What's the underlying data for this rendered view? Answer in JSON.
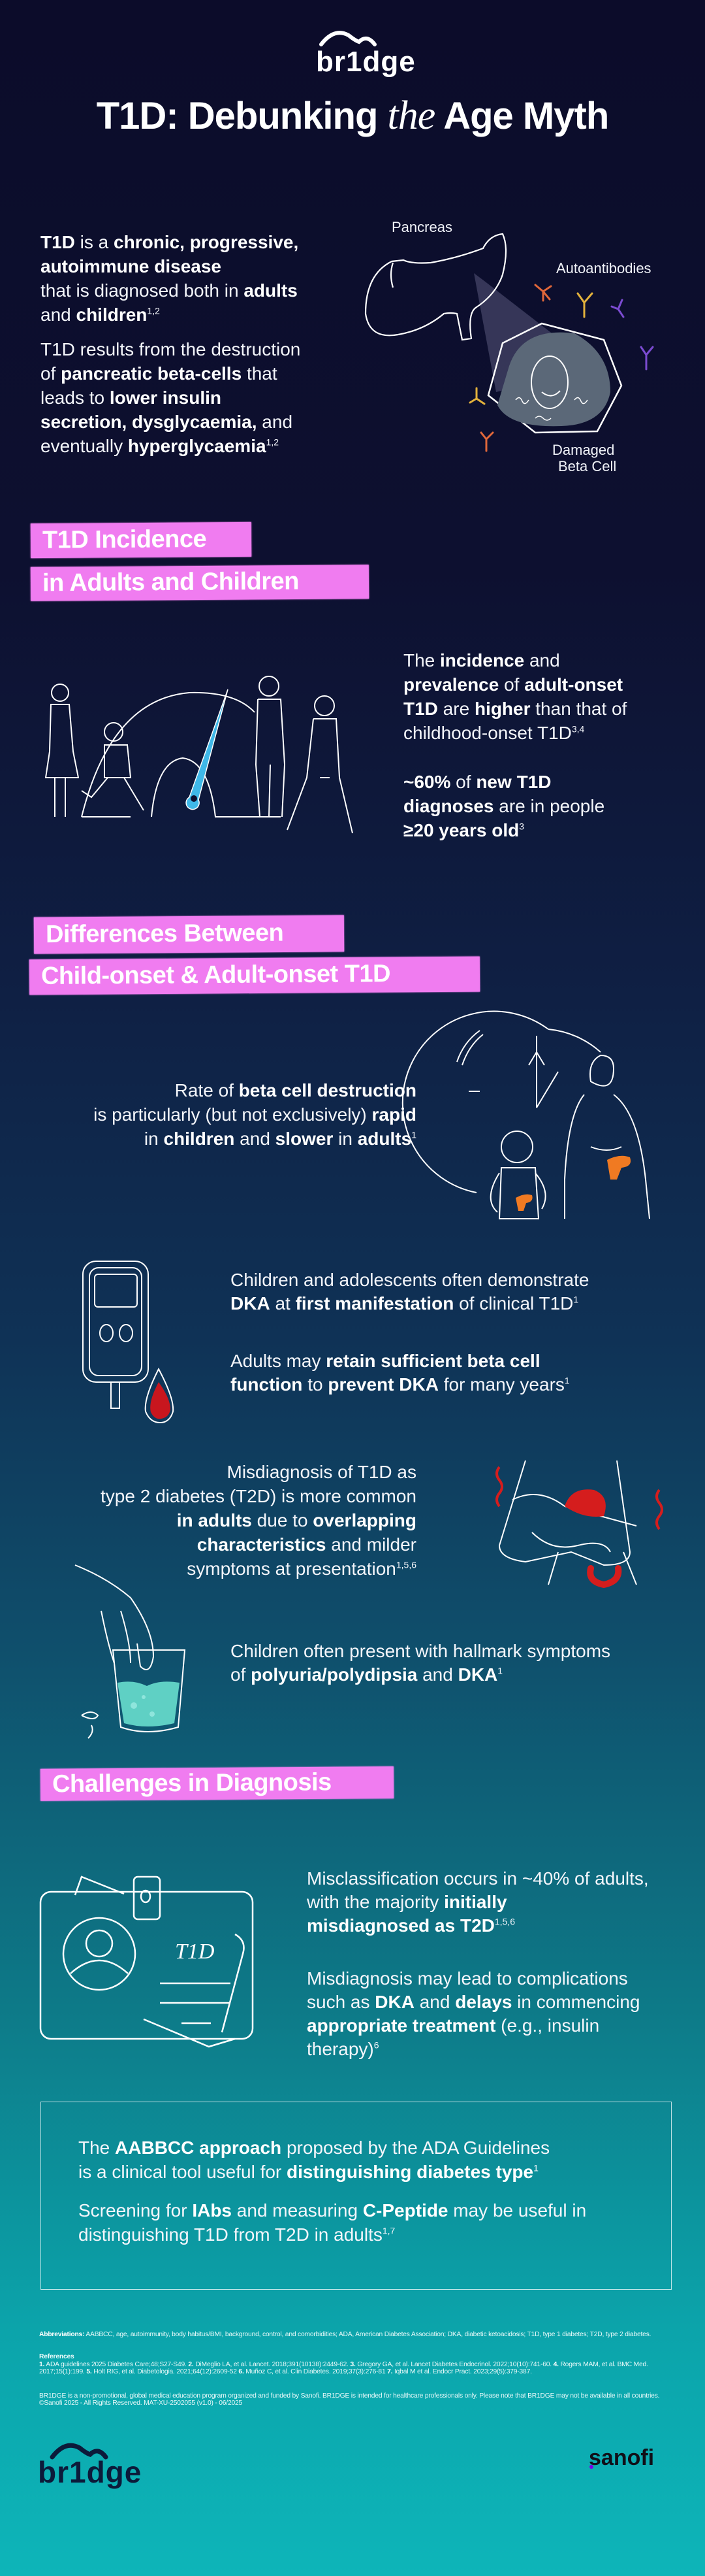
{
  "header": {
    "logo_text": "br1dge"
  },
  "title": {
    "part1": "T1D: Debunking ",
    "italic": "the",
    "part2": " Age Myth"
  },
  "intro": {
    "p1": [
      [
        {
          "t": "T1D",
          "b": true
        },
        {
          "t": " is a "
        },
        {
          "t": "chronic, progressive,",
          "b": true
        }
      ],
      [
        {
          "t": "autoimmune disease",
          "b": true
        }
      ],
      [
        {
          "t": "that is diagnosed both in "
        },
        {
          "t": "adults",
          "b": true
        }
      ],
      [
        {
          "t": "and "
        },
        {
          "t": "children",
          "b": true
        },
        {
          "t": "1,2",
          "sup": true
        }
      ]
    ],
    "p2": [
      [
        {
          "t": "T1D results from the destruction"
        }
      ],
      [
        {
          "t": "of "
        },
        {
          "t": "pancreatic beta-cells",
          "b": true
        },
        {
          "t": " that"
        }
      ],
      [
        {
          "t": "leads to "
        },
        {
          "t": "lower insulin",
          "b": true
        }
      ],
      [
        {
          "t": "secretion, dysglycaemia,",
          "b": true
        },
        {
          "t": " and"
        }
      ],
      [
        {
          "t": "eventually "
        },
        {
          "t": "hyperglycaemia",
          "b": true
        },
        {
          "t": "1,2",
          "sup": true
        }
      ]
    ],
    "labels": {
      "pancreas": "Pancreas",
      "autoantibodies": "Autoantibodies",
      "damaged_1": "Damaged",
      "damaged_2": "Beta Cell"
    }
  },
  "incidence": {
    "heading_1": "T1D Incidence",
    "heading_2": "in Adults and Children",
    "p1": [
      [
        {
          "t": "The "
        },
        {
          "t": "incidence",
          "b": true
        },
        {
          "t": " and"
        }
      ],
      [
        {
          "t": "prevalence",
          "b": true
        },
        {
          "t": " of "
        },
        {
          "t": "adult-onset",
          "b": true
        }
      ],
      [
        {
          "t": "T1D",
          "b": true
        },
        {
          "t": " are "
        },
        {
          "t": "higher",
          "b": true
        },
        {
          "t": " than that of"
        }
      ],
      [
        {
          "t": "childhood-onset T1D"
        },
        {
          "t": "3,4",
          "sup": true
        }
      ]
    ],
    "p2": [
      [
        {
          "t": "~60%",
          "b": true
        },
        {
          "t": " of "
        },
        {
          "t": "new T1D",
          "b": true
        }
      ],
      [
        {
          "t": "diagnoses",
          "b": true
        },
        {
          "t": " are in people"
        }
      ],
      [
        {
          "t": "≥20 years old",
          "b": true
        },
        {
          "t": "3",
          "sup": true
        }
      ]
    ]
  },
  "differences": {
    "heading_1": "Differences Between",
    "heading_2": "Child-onset & Adult-onset T1D",
    "rate": [
      [
        {
          "t": "Rate of "
        },
        {
          "t": "beta cell destruction",
          "b": true
        }
      ],
      [
        {
          "t": "is particularly (but not exclusively) "
        },
        {
          "t": "rapid",
          "b": true
        }
      ],
      [
        {
          "t": "in "
        },
        {
          "t": "children",
          "b": true
        },
        {
          "t": " and "
        },
        {
          "t": "slower",
          "b": true
        },
        {
          "t": " in "
        },
        {
          "t": "adults",
          "b": true
        },
        {
          "t": "1",
          "sup": true
        }
      ]
    ],
    "dka_children": [
      [
        {
          "t": "Children and adolescents often demonstrate"
        }
      ],
      [
        {
          "t": "DKA",
          "b": true
        },
        {
          "t": " at "
        },
        {
          "t": "first manifestation",
          "b": true
        },
        {
          "t": " of clinical T1D"
        },
        {
          "t": "1",
          "sup": true
        }
      ]
    ],
    "dka_adults": [
      [
        {
          "t": "Adults may "
        },
        {
          "t": "retain sufficient beta cell",
          "b": true
        }
      ],
      [
        {
          "t": "function",
          "b": true
        },
        {
          "t": " to "
        },
        {
          "t": "prevent DKA",
          "b": true
        },
        {
          "t": " for many years"
        },
        {
          "t": "1",
          "sup": true
        }
      ]
    ],
    "misdiagnosis": [
      [
        {
          "t": "Misdiagnosis of T1D as"
        }
      ],
      [
        {
          "t": "type 2 diabetes (T2D) is more common"
        }
      ],
      [
        {
          "t": "in adults",
          "b": true
        },
        {
          "t": " due to "
        },
        {
          "t": "overlapping",
          "b": true
        }
      ],
      [
        {
          "t": "characteristics",
          "b": true
        },
        {
          "t": " and milder"
        }
      ],
      [
        {
          "t": "symptoms at presentation"
        },
        {
          "t": "1,5,6",
          "sup": true
        }
      ]
    ],
    "symptoms": [
      [
        {
          "t": "Children often present with hallmark symptoms"
        }
      ],
      [
        {
          "t": "of "
        },
        {
          "t": "polyuria/polydipsia",
          "b": true
        },
        {
          "t": " and "
        },
        {
          "t": "DKA",
          "b": true
        },
        {
          "t": "1",
          "sup": true
        }
      ]
    ]
  },
  "challenges": {
    "heading": "Challenges in Diagnosis",
    "card_label": "T1D",
    "p1": [
      [
        {
          "t": "Misclassification occurs in ~40% of adults,"
        }
      ],
      [
        {
          "t": "with the majority "
        },
        {
          "t": "initially",
          "b": true
        }
      ],
      [
        {
          "t": "misdiagnosed as T2D",
          "b": true
        },
        {
          "t": "1,5,6",
          "sup": true
        }
      ]
    ],
    "p2": [
      [
        {
          "t": "Misdiagnosis may lead to complications"
        }
      ],
      [
        {
          "t": "such as "
        },
        {
          "t": "DKA",
          "b": true
        },
        {
          "t": " and "
        },
        {
          "t": "delays",
          "b": true
        },
        {
          "t": " in commencing"
        }
      ],
      [
        {
          "t": "appropriate treatment",
          "b": true
        },
        {
          "t": " (e.g., insulin"
        }
      ],
      [
        {
          "t": "therapy)"
        },
        {
          "t": "6",
          "sup": true
        }
      ]
    ],
    "box_p1": [
      [
        {
          "t": "The "
        },
        {
          "t": "AABBCC approach",
          "b": true
        },
        {
          "t": " proposed by the ADA Guidelines"
        }
      ],
      [
        {
          "t": "is a clinical tool useful for "
        },
        {
          "t": "distinguishing diabetes type",
          "b": true
        },
        {
          "t": "1",
          "sup": true
        }
      ]
    ],
    "box_p2": [
      [
        {
          "t": "Screening for "
        },
        {
          "t": "IAbs",
          "b": true
        },
        {
          "t": " and measuring "
        },
        {
          "t": "C-Peptide",
          "b": true
        },
        {
          "t": " may be useful in"
        }
      ],
      [
        {
          "t": "distinguishing T1D from T2D in adults"
        },
        {
          "t": "1,7",
          "sup": true
        }
      ]
    ]
  },
  "footer": {
    "abbreviations": [
      [
        {
          "t": "Abbreviations:",
          "b": true
        },
        {
          "t": " AABBCC, age, autoimmunity, body habitus/BMI, background, control, and comorbidities; ADA, American Diabetes Association; DKA, diabetic ketoacidosis; T1D, type 1 diabetes; T2D, type 2 diabetes."
        }
      ]
    ],
    "references_label": "References",
    "references": [
      [
        {
          "t": "1.",
          "b": true
        },
        {
          "t": " ADA guidelines  2025 Diabetes Care;48;S27-S49. "
        },
        {
          "t": "2.",
          "b": true
        },
        {
          "t": " DiMeglio LA, et al. Lancet. 2018;391(10138):2449-62. "
        },
        {
          "t": "3.",
          "b": true
        },
        {
          "t": " Gregory GA, et al. Lancet Diabetes Endocrinol. 2022;10(10):741-60. "
        },
        {
          "t": "4.",
          "b": true
        },
        {
          "t": " Rogers MAM, et al. BMC Med. 2017;15(1):199. "
        },
        {
          "t": "5.",
          "b": true
        },
        {
          "t": " Holt RIG, et al. Diabetologia. 2021;64(12):2609-52 "
        },
        {
          "t": "6.",
          "b": true
        },
        {
          "t": " Muñoz C, et al. Clin Diabetes. 2019;37(3):276-81 "
        },
        {
          "t": "7.",
          "b": true
        },
        {
          "t": " Iqbal M et al. Endocr Pract. 2023;29(5):379-387."
        }
      ]
    ],
    "disclaimer": "BR1DGE is a non-promotional, global medical education program organized and funded by Sanofi. BR1DGE is intended for healthcare professionals only. Please note that BR1DGE may not be available in all countries. ©Sanofi 2025 - All Rights Reserved. MAT-XU-2502055 (v1.0) - 06/2025",
    "logo_text": "br1dge",
    "sanofi_text": "sanofi"
  },
  "colors": {
    "highlight": "#f07cf0",
    "needle": "#3fb8e8",
    "pancreas_orange": "#f07a22",
    "blood_red": "#c8161e",
    "water": "#5fd0c4",
    "ab_orange": "#e0673a",
    "ab_yellow": "#e3b23c",
    "ab_purple": "#7b4bd1"
  }
}
